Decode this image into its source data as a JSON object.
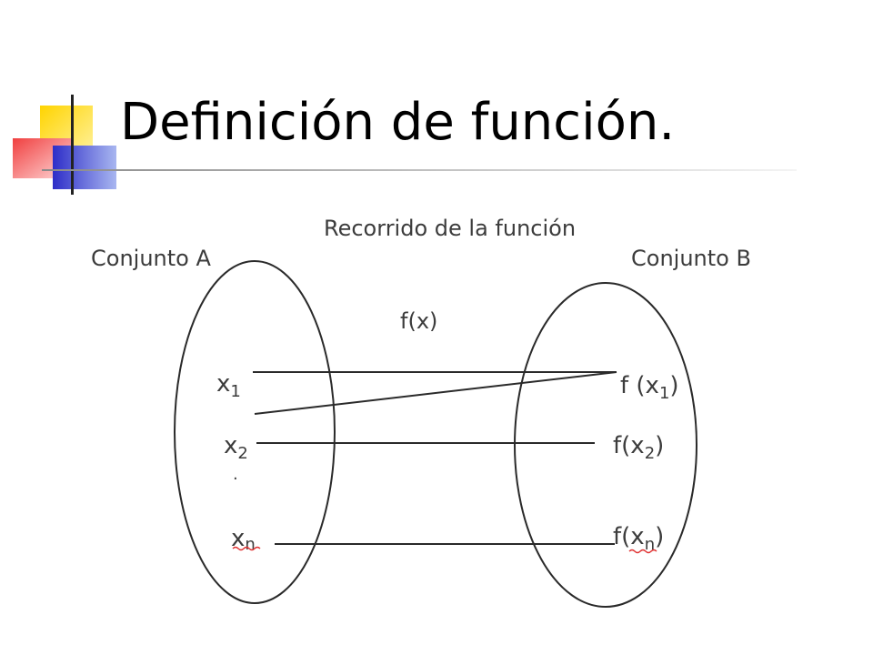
{
  "slide": {
    "title": "Definición de función."
  },
  "diagram": {
    "range_label": "Recorrido de la función",
    "set_a_label": "Conjunto A",
    "set_b_label": "Conjunto B",
    "function_label": "f(x)",
    "domain_elements": [
      {
        "base": "x",
        "sub": "1"
      },
      {
        "base": "x",
        "sub": "2"
      },
      {
        "base": "·",
        "sub": ""
      },
      {
        "base": "x",
        "sub": "n"
      }
    ],
    "image_elements": [
      {
        "prefix": "f (x",
        "sub": "1",
        "suffix": ")"
      },
      {
        "prefix": "f(x",
        "sub": "2",
        "suffix": ")"
      },
      {
        "prefix": "f(x",
        "sub": "n",
        "suffix": ")"
      }
    ]
  },
  "colors": {
    "accent_yellow": "#FFD400",
    "accent_blue": "#3A3ACB",
    "accent_red": "#F03A3A",
    "line": "#2a2a2a"
  }
}
